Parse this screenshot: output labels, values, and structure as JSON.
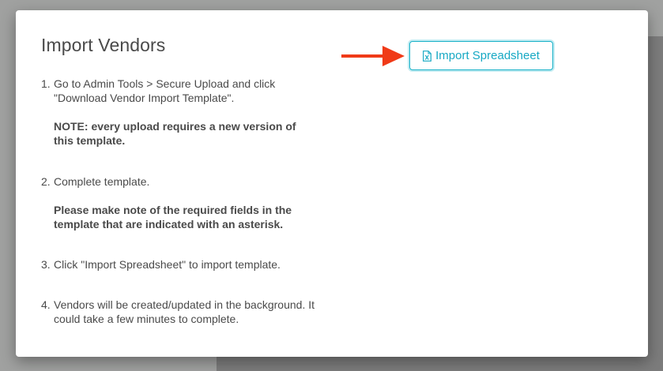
{
  "modal": {
    "title": "Import Vendors",
    "steps": [
      {
        "number": "1.",
        "text": "Go to Admin Tools > Secure Upload and click \"Download Vendor Import Template\".",
        "note": "NOTE: every upload requires a new version of this template."
      },
      {
        "number": "2.",
        "text": "Complete template.",
        "note": "Please make note of the required fields in the template that are indicated with an asterisk."
      },
      {
        "number": "3.",
        "text": "Click \"Import Spreadsheet\" to import template."
      },
      {
        "number": "4.",
        "text": "Vendors will be created/updated in the background. It could take a few minutes to complete."
      }
    ],
    "import_button": {
      "label": "Import Spreadsheet",
      "icon": "excel-file-icon"
    },
    "annotation_arrow": "red-arrow-pointing-right"
  },
  "colors": {
    "accent": "#17b1c8",
    "text": "#4a4a4a",
    "arrow": "#f03a17",
    "backdrop": "#a0a1a0"
  }
}
